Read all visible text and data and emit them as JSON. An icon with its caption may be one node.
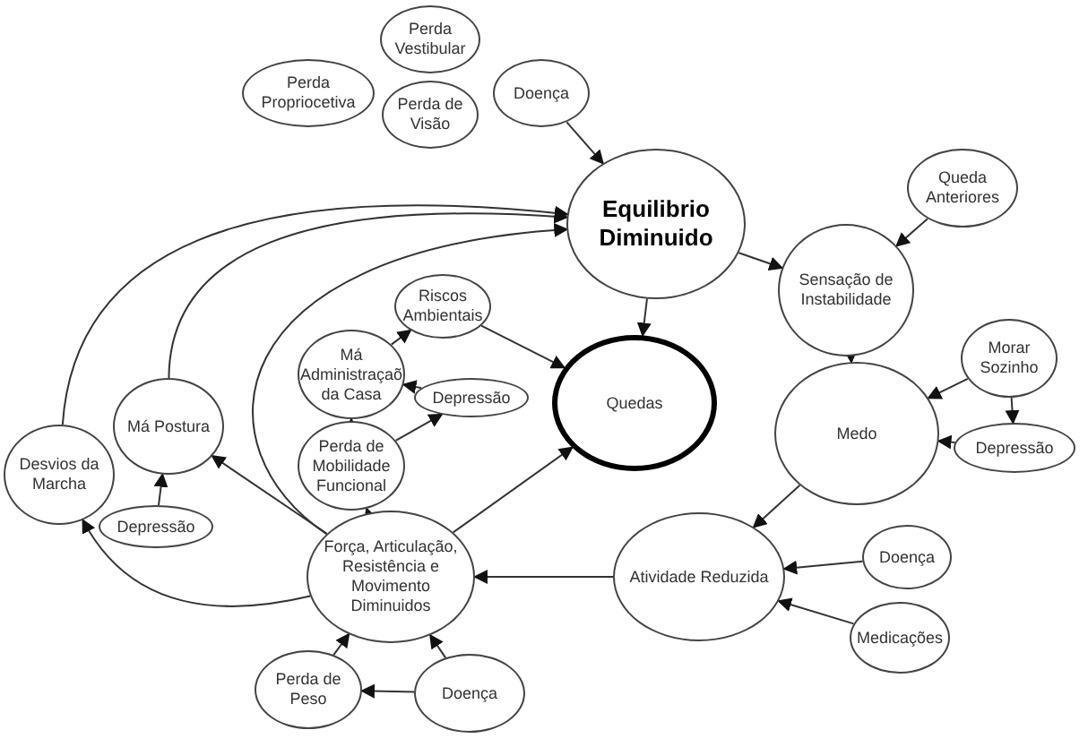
{
  "diagram": {
    "nodes": [
      {
        "text": [
          "Perda Vestibular"
        ]
      },
      {
        "text": [
          "Perda Propriocetiva"
        ]
      },
      {
        "text": [
          "Doença"
        ]
      },
      {
        "text": [
          "Perda de Visão"
        ]
      },
      {
        "text": [
          "Equilibrio Diminuido"
        ]
      },
      {
        "text": [
          "Queda Anteriores"
        ]
      },
      {
        "text": [
          "Sensação de Instabilidade"
        ]
      },
      {
        "text": [
          "Morar Sozinho"
        ]
      },
      {
        "text": [
          "Medo"
        ]
      },
      {
        "text": [
          "Depressão"
        ]
      },
      {
        "text": [
          "Riscos Ambientais"
        ]
      },
      {
        "text": [
          "Má Administraçaõ da Casa"
        ]
      },
      {
        "text": [
          "Depressão"
        ]
      },
      {
        "text": [
          "Perda de Mobilidade Funcional"
        ]
      },
      {
        "text": [
          "Quedas"
        ]
      },
      {
        "text": [
          "Má Postura"
        ]
      },
      {
        "text": [
          "Desvios da Marcha"
        ]
      },
      {
        "text": [
          "Depressão"
        ]
      },
      {
        "text": [
          "Força, Articulação, Resistência e Movimento Diminuidos"
        ]
      },
      {
        "text": [
          "Atividade Reduzida"
        ]
      },
      {
        "text": [
          "Doença"
        ]
      },
      {
        "text": [
          "Medicações"
        ]
      },
      {
        "text": [
          "Perda de Peso"
        ]
      },
      {
        "text": [
          "Doença"
        ]
      }
    ],
    "edges": [
      {
        "from": 2,
        "to": 4,
        "arrow": "to"
      },
      {
        "from": 16,
        "to": 4,
        "arrow": "to"
      },
      {
        "from": 15,
        "to": 4,
        "arrow": "to"
      },
      {
        "from": 18,
        "to": 4,
        "arrow": "to"
      },
      {
        "from": 4,
        "to": 6,
        "arrow": "to"
      },
      {
        "from": 5,
        "to": 6,
        "arrow": "to"
      },
      {
        "from": 4,
        "to": 14,
        "arrow": "to"
      },
      {
        "from": 6,
        "to": 8,
        "arrow": "to"
      },
      {
        "from": 7,
        "to": 8,
        "arrow": "to"
      },
      {
        "from": 7,
        "to": 9,
        "arrow": "to"
      },
      {
        "from": 9,
        "to": 8,
        "arrow": "to"
      },
      {
        "from": 8,
        "to": 19,
        "arrow": "to"
      },
      {
        "from": 20,
        "to": 19,
        "arrow": "to"
      },
      {
        "from": 21,
        "to": 19,
        "arrow": "to"
      },
      {
        "from": 19,
        "to": 18,
        "arrow": "to"
      },
      {
        "from": 18,
        "to": 13,
        "arrow": "to"
      },
      {
        "from": 13,
        "to": 11,
        "arrow": "to"
      },
      {
        "from": 13,
        "to": 12,
        "arrow": "to"
      },
      {
        "from": 12,
        "to": 11,
        "arrow": "to"
      },
      {
        "from": 11,
        "to": 10,
        "arrow": "to"
      },
      {
        "from": 10,
        "to": 14,
        "arrow": "to"
      },
      {
        "from": 18,
        "to": 14,
        "arrow": "to"
      },
      {
        "from": 18,
        "to": 15,
        "arrow": "to"
      },
      {
        "from": 18,
        "to": 16,
        "arrow": "to"
      },
      {
        "from": 17,
        "to": 15,
        "arrow": "to"
      },
      {
        "from": 22,
        "to": 18,
        "arrow": "to"
      },
      {
        "from": 23,
        "to": 22,
        "arrow": "to"
      },
      {
        "from": 23,
        "to": 18,
        "arrow": "to"
      }
    ]
  }
}
